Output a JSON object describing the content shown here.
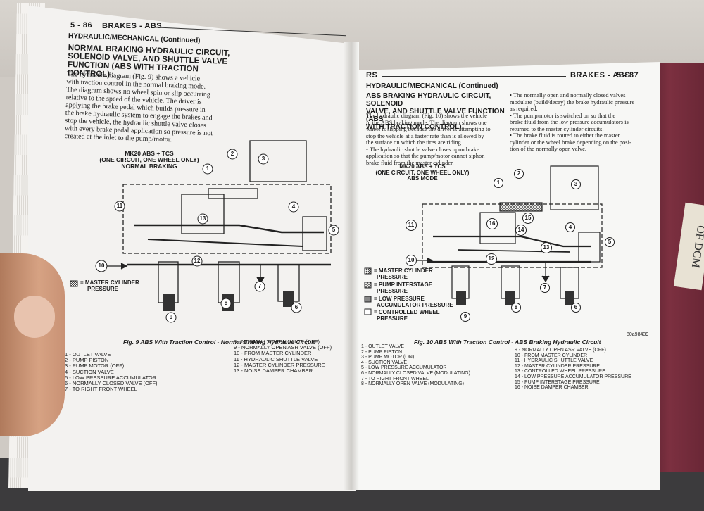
{
  "left_page": {
    "page_number": "5 - 86",
    "running_head": "BRAKES - ABS",
    "section_header": "HYDRAULIC/MECHANICAL (Continued)",
    "title_lines": [
      "NORMAL BRAKING HYDRAULIC CIRCUIT,",
      "SOLENOID VALVE, AND SHUTTLE VALVE",
      "FUNCTION (ABS WITH TRACTION CONTROL)"
    ],
    "body_lines": [
      "The hydraulic diagram (Fig. 9) shows a vehicle",
      "with traction control in the normal braking mode.",
      "The diagram shows no wheel spin or slip occurring",
      "relative to the speed of the vehicle. The driver is",
      "applying the brake pedal which builds pressure in",
      "the brake hydraulic system to engage the brakes and",
      "stop the vehicle, the hydraulic shuttle valve closes",
      "with every brake pedal application so pressure is not",
      "created at the inlet to the pump/motor."
    ],
    "diagram_title_lines": [
      "MK20 ABS + TCS",
      "(ONE CIRCUIT, ONE WHEEL ONLY)",
      "NORMAL BRAKING"
    ],
    "key_master": "= MASTER CYLINDER",
    "key_master_2": "PRESSURE",
    "callouts": [
      "1",
      "2",
      "3",
      "4",
      "5",
      "6",
      "7",
      "8",
      "9",
      "10",
      "11",
      "12",
      "13"
    ],
    "figure_caption": "Fig. 9 ABS With Traction Control - Normal Braking Hydraulic Circuit",
    "legend_left": [
      "1 - OUTLET VALVE",
      "2 - PUMP PISTON",
      "3 - PUMP MOTOR (OFF)",
      "4 - SUCTION VALVE",
      "5 - LOW PRESSURE ACCUMULATOR",
      "6 - NORMALLY CLOSED VALVE (OFF)",
      "7 - TO RIGHT FRONT WHEEL"
    ],
    "legend_right": [
      "8 - NORMALLY OPEN VALVE (OFF)",
      "9 - NORMALLY OPEN ASR VALVE (OFF)",
      "10 - FROM MASTER CYLINDER",
      "11 - HYDRAULIC SHUTTLE VALVE",
      "12 - MASTER CYLINDER PRESSURE",
      "13 - NOISE DAMPER CHAMBER"
    ]
  },
  "right_page": {
    "page_code": "RS",
    "running_head": "BRAKES - ABS",
    "page_number": "5 - 87",
    "section_header": "HYDRAULIC/MECHANICAL (Continued)",
    "title_lines": [
      "ABS BRAKING HYDRAULIC CIRCUIT, SOLENOID",
      "VALVE, AND SHUTTLE VALVE FUNCTION (ABS",
      "WITH TRACTION CONTROL)"
    ],
    "body_col1": [
      "The hydraulic diagram (Fig. 10) shows the vehicle",
      "in the ABS braking mode. The diagram shows one",
      "wheel is slipping because the driver is attempting to",
      "stop the vehicle at a faster rate than is allowed by",
      "the surface on which the tires are riding.",
      "• The hydraulic shuttle valve closes upon brake",
      "application so that the pump/motor cannot siphon",
      "brake fluid from the master cylinder."
    ],
    "body_col2": [
      "• The normally open and normally closed valves",
      "modulate (build/decay) the brake hydraulic pressure",
      "as required.",
      "• The pump/motor is switched on so that the",
      "brake fluid from the low pressure accumulators is",
      "returned to the master cylinder circuits.",
      "• The brake fluid is routed to either the master",
      "cylinder or the wheel brake depending on the posi-",
      "tion of the normally open valve."
    ],
    "diagram_title_lines": [
      "MK20 ABS + TCS",
      "(ONE CIRCUIT, ONE WHEEL ONLY)",
      "ABS MODE"
    ],
    "keys": [
      [
        "= MASTER CYLINDER",
        "PRESSURE"
      ],
      [
        "= PUMP INTERSTAGE",
        "PRESSURE"
      ],
      [
        "= LOW PRESSURE",
        "ACCUMULATOR PRESSURE"
      ],
      [
        "= CONTROLLED WHEEL",
        "PRESSURE"
      ]
    ],
    "callouts": [
      "1",
      "2",
      "3",
      "4",
      "5",
      "6",
      "7",
      "8",
      "9",
      "10",
      "11",
      "12",
      "13",
      "14",
      "15",
      "16"
    ],
    "figure_caption": "Fig. 10 ABS With Traction Control - ABS Braking Hydraulic Circuit",
    "figure_id": "80a98439",
    "legend_left": [
      "1 - OUTLET VALVE",
      "2 - PUMP PISTON",
      "3 - PUMP MOTOR (ON)",
      "4 - SUCTION VALVE",
      "5 - LOW PRESSURE ACCUMULATOR",
      "6 - NORMALLY CLOSED VALVE (MODULATING)",
      "7 - TO RIGHT FRONT WHEEL",
      "8 - NORMALLY OPEN VALVE (MODULATING)"
    ],
    "legend_right": [
      "9 - NORMALLY OPEN ASR VALVE (OFF)",
      "10 - FROM MASTER CYLINDER",
      "11 - HYDRAULIC SHUTTLE VALVE",
      "12 - MASTER CYLINDER PRESSURE",
      "13 - CONTROLLED WHEEL PRESSURE",
      "14 - LOW PRESSURE ACCUMULATOR PRESSURE",
      "15 - PUMP INTERSTAGE PRESSURE",
      "16 - NOISE DAMPER CHAMBER"
    ]
  },
  "binder_label": "OF DCM"
}
